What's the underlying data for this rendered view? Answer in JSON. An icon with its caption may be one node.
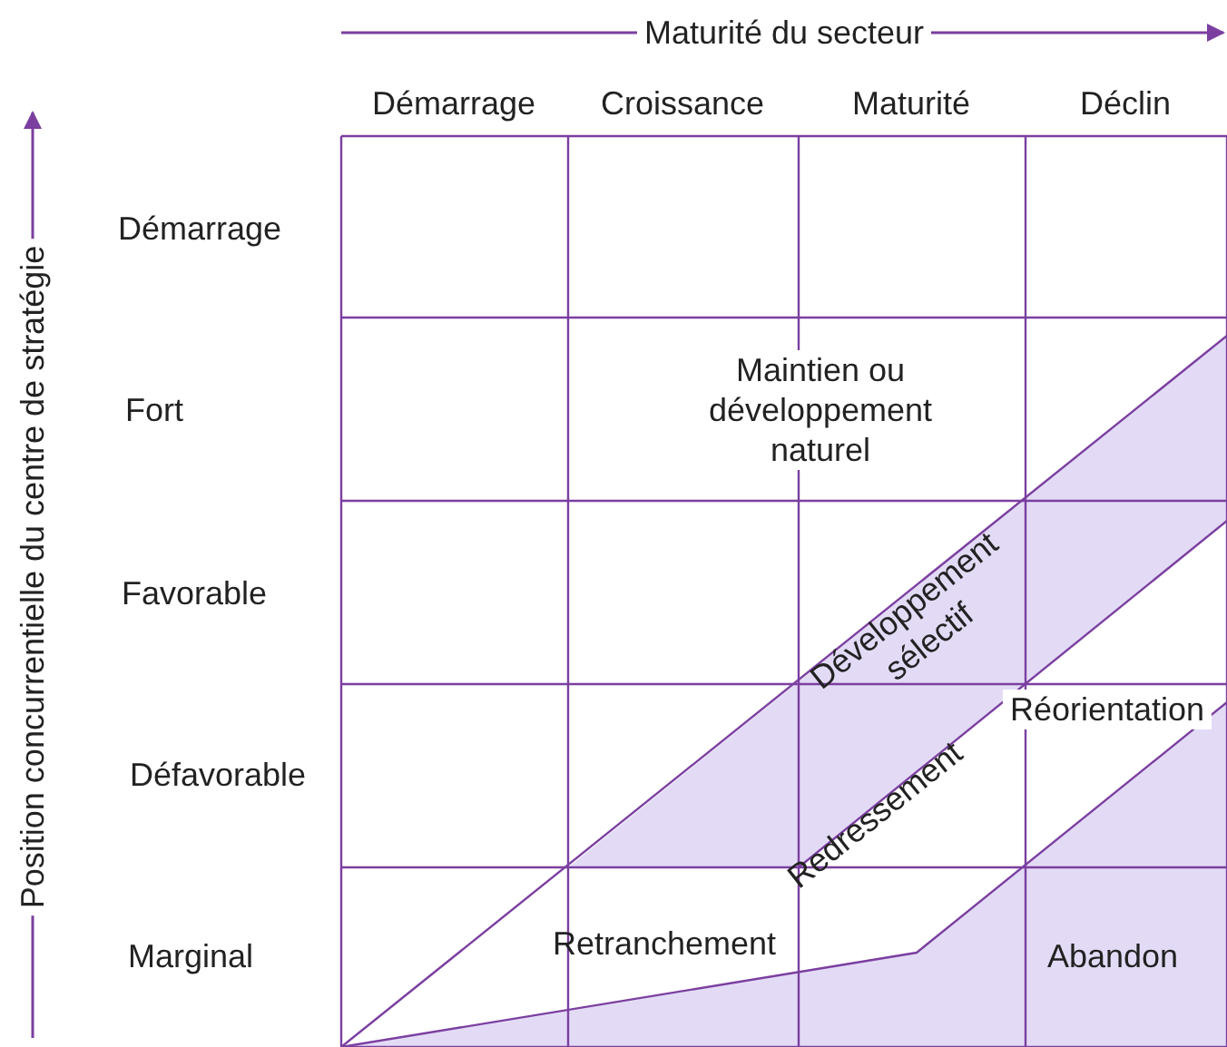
{
  "diagram": {
    "labels": [
      "Maturité du secteur",
      "Démarrage",
      "Croissance",
      "Maturité",
      "Déclin",
      "Position concurrentielle du centre de stratégie",
      "Démarrage",
      "Fort",
      "Favorable",
      "Défavorable",
      "Marginal",
      "Maintien ou développement naturel",
      "Développement sélectif",
      "Réorientation",
      "Redressement",
      "Retranchement",
      "Abandon"
    ]
  }
}
